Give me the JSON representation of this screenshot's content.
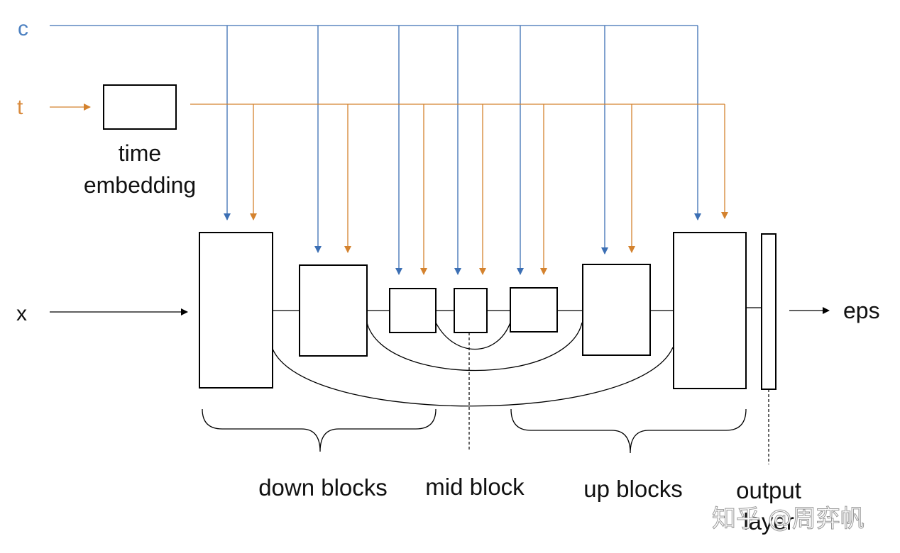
{
  "inputs": {
    "c_label": "c",
    "t_label": "t",
    "x_label": "x"
  },
  "time_embedding": {
    "line1": "time",
    "line2": "embedding"
  },
  "output_label": "eps",
  "groups": {
    "down_blocks": "down blocks",
    "mid_block": "mid block",
    "up_blocks": "up blocks",
    "output_layer_line1": "output",
    "output_layer_line2": "layer"
  },
  "watermark": "知乎 @周弈帆",
  "colors": {
    "c_line": "#3c6fb4",
    "t_line": "#d4822e",
    "c_label": "#4a7fc0",
    "t_label": "#d98a3c"
  }
}
